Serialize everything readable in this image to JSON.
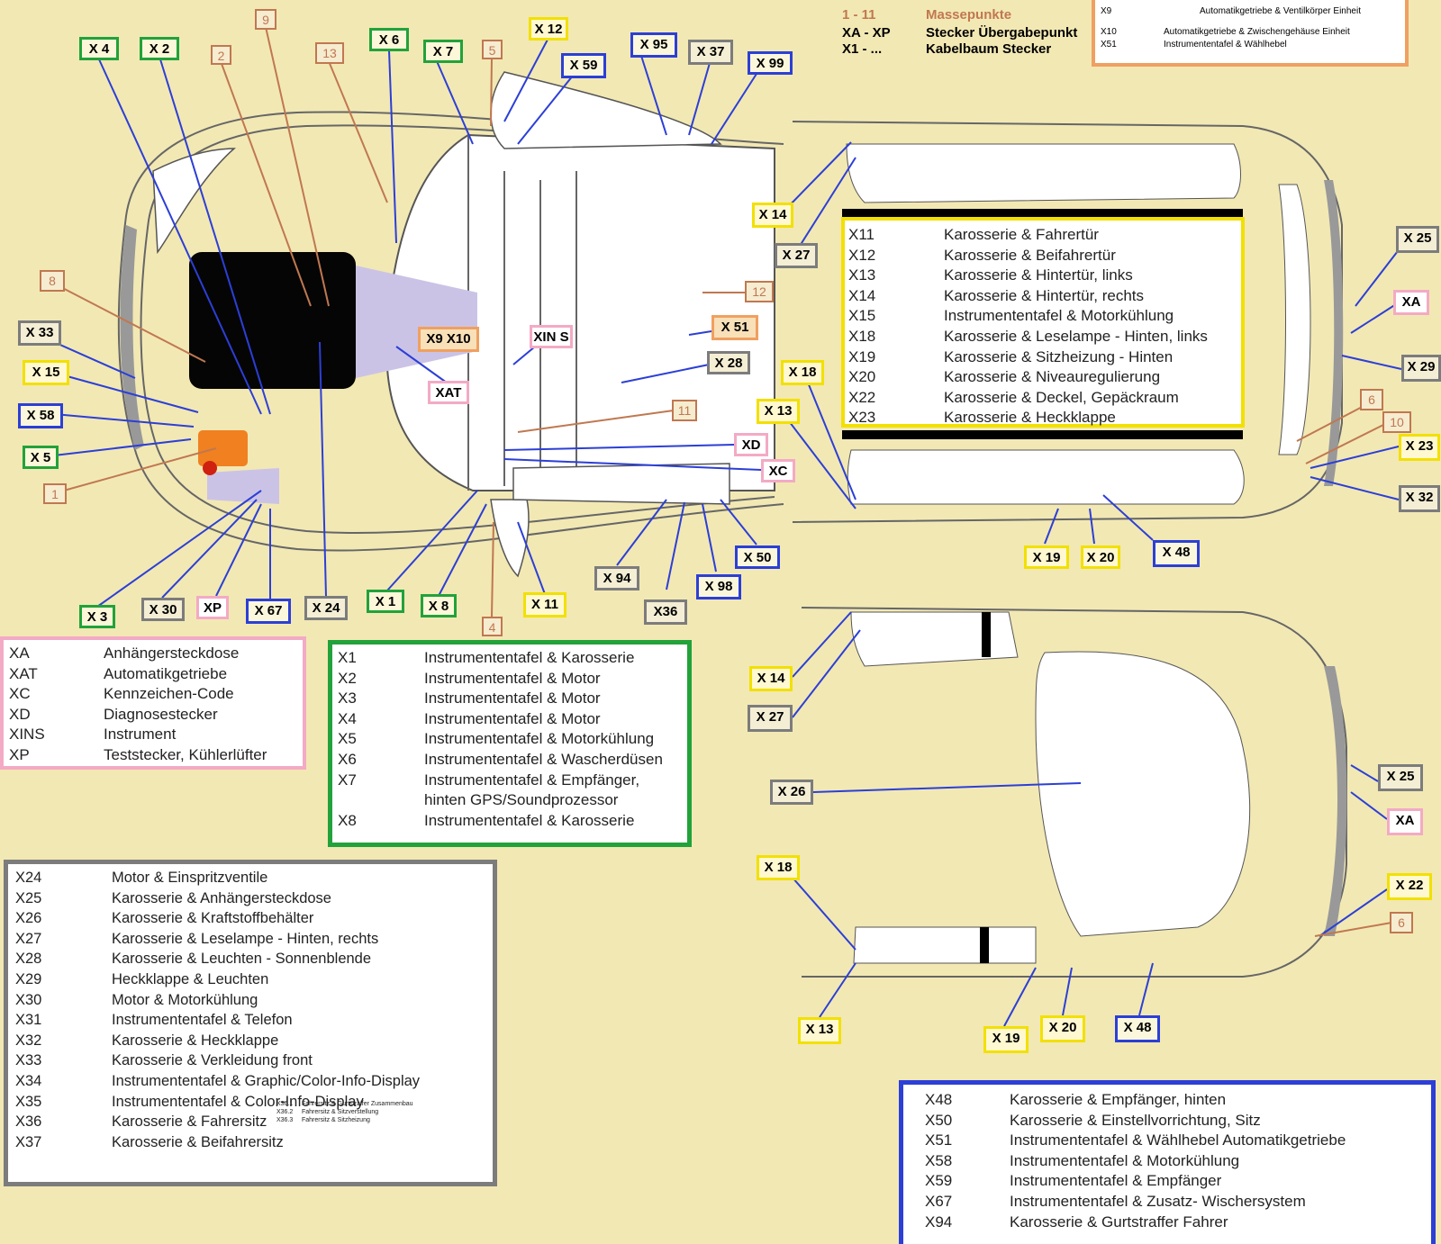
{
  "header": {
    "items": [
      {
        "code": "1 - 11",
        "text": "Massepunkte",
        "color": "#c07850"
      },
      {
        "code": "XA - XP",
        "text": "Stecker Übergabepunkt",
        "color": "#111111"
      },
      {
        "code": "X1 - ...",
        "text": "Kabelbaum Stecker",
        "color": "#111111"
      }
    ],
    "top_right_legend": [
      {
        "code": "X9",
        "text": "Automatikgetriebe & Ventilkörper Einheit"
      },
      {
        "code": "X10",
        "text": "Automatikgetriebe & Zwischengehäuse Einheit"
      },
      {
        "code": "X51",
        "text": "Instrumententafel & Wählhebel"
      }
    ]
  },
  "labels": {
    "x4": "X 4",
    "x2": "X 2",
    "n2": "2",
    "n9": "9",
    "n13": "13",
    "x6": "X 6",
    "x7": "X 7",
    "n5": "5",
    "x12": "X 12",
    "x59": "X 59",
    "x95": "X 95",
    "x37": "X 37",
    "x99": "X 99",
    "n8": "8",
    "x33": "X 33",
    "x15": "X 15",
    "x58": "X 58",
    "x5": "X 5",
    "n1": "1",
    "x9x10": "X9 X10",
    "xat": "XAT",
    "xins": "XIN S",
    "n12": "12",
    "x51": "X 51",
    "x28": "X 28",
    "n11": "11",
    "xd": "XD",
    "xc": "XC",
    "x3": "X 3",
    "x30": "X 30",
    "xp": "XP",
    "x67": "X 67",
    "x24": "X 24",
    "x1": "X 1",
    "x8": "X 8",
    "n4": "4",
    "x11": "X 11",
    "x94": "X 94",
    "x36": "X36",
    "x98": "X 98",
    "x50": "X 50",
    "x14a": "X 14",
    "x27a": "X 27",
    "x18a": "X 18",
    "x13a": "X 13",
    "x19a": "X 19",
    "x20a": "X 20",
    "x48a": "X 48",
    "x25a": "X 25",
    "xaa": "XA",
    "x29": "X 29",
    "n6a": "6",
    "n10": "10",
    "x23": "X 23",
    "x32": "X 32",
    "x14b": "X 14",
    "x27b": "X 27",
    "x26": "X 26",
    "x18b": "X 18",
    "x13b": "X 13",
    "x19b": "X 19",
    "x20b": "X 20",
    "x48b": "X 48",
    "x25b": "X 25",
    "xab": "XA",
    "x22": "X 22",
    "n6b": "6"
  },
  "legend_yellow": [
    {
      "code": "X11",
      "desc": "Karosserie & Fahrertür"
    },
    {
      "code": "X12",
      "desc": "Karosserie & Beifahrertür"
    },
    {
      "code": "X13",
      "desc": "Karosserie & Hintertür, links"
    },
    {
      "code": "X14",
      "desc": "Karosserie & Hintertür, rechts"
    },
    {
      "code": "X15",
      "desc": "Instrumententafel & Motorkühlung"
    },
    {
      "code": "X18",
      "desc": "Karosserie & Leselampe - Hinten, links"
    },
    {
      "code": "X19",
      "desc": "Karosserie & Sitzheizung - Hinten"
    },
    {
      "code": "X20",
      "desc": "Karosserie & Niveauregulierung"
    },
    {
      "code": "X22",
      "desc": "Karosserie & Deckel, Gepäckraum"
    },
    {
      "code": "X23",
      "desc": "Karosserie & Heckklappe"
    }
  ],
  "legend_pink": [
    {
      "code": "XA",
      "desc": "Anhängersteckdose"
    },
    {
      "code": "XAT",
      "desc": "Automatikgetriebe"
    },
    {
      "code": "XC",
      "desc": "Kennzeichen-Code"
    },
    {
      "code": "XD",
      "desc": "Diagnosestecker"
    },
    {
      "code": "XINS",
      "desc": "Instrument"
    },
    {
      "code": "XP",
      "desc": "Teststecker, Kühlerlüfter"
    }
  ],
  "legend_green": [
    {
      "code": "X1",
      "desc": "Instrumententafel & Karosserie"
    },
    {
      "code": "X2",
      "desc": "Instrumententafel & Motor"
    },
    {
      "code": "X3",
      "desc": "Instrumententafel & Motor"
    },
    {
      "code": "X4",
      "desc": "Instrumententafel & Motor"
    },
    {
      "code": "X5",
      "desc": "Instrumententafel & Motorkühlung"
    },
    {
      "code": "X6",
      "desc": "Instrumententafel & Wascherdüsen"
    },
    {
      "code": "X7",
      "desc": "Instrumententafel & Empfänger,"
    },
    {
      "code": "",
      "desc": " hinten GPS/Soundprozessor"
    },
    {
      "code": "X8",
      "desc": "Instrumententafel & Karosserie"
    }
  ],
  "legend_grey": [
    {
      "code": "X24",
      "desc": "Motor & Einspritzventile"
    },
    {
      "code": "X25",
      "desc": "Karosserie & Anhängersteckdose"
    },
    {
      "code": "X26",
      "desc": "Karosserie & Kraftstoffbehälter"
    },
    {
      "code": "X27",
      "desc": "Karosserie & Leselampe - Hinten, rechts"
    },
    {
      "code": "X28",
      "desc": "Karosserie & Leuchten - Sonnenblende"
    },
    {
      "code": "X29",
      "desc": "Heckklappe & Leuchten"
    },
    {
      "code": "X30",
      "desc": "Motor & Motorkühlung"
    },
    {
      "code": "X31",
      "desc": "Instrumententafel & Telefon"
    },
    {
      "code": "X32",
      "desc": "Karosserie & Heckklappe"
    },
    {
      "code": "X33",
      "desc": "Karosserie & Verkleidung front"
    },
    {
      "code": "X34",
      "desc": "Instrumententafel & Graphic/Color-Info-Display"
    },
    {
      "code": "X35",
      "desc": "Instrumententafel & Color-Info-Display"
    },
    {
      "code": "X36",
      "desc": "Karosserie & Fahrersitz"
    },
    {
      "code": "X37",
      "desc": "Karosserie & Beifahrersitz"
    }
  ],
  "legend_grey_sub": [
    {
      "code": "X36.1",
      "desc": "Fahrersitz & Gurtstraffer Zusammenbau"
    },
    {
      "code": "X36.2",
      "desc": "Fahrersitz & Sitzverstellung"
    },
    {
      "code": "X36.3",
      "desc": "Fahrersitz & Sitzheizung"
    }
  ],
  "legend_blue": [
    {
      "code": "X48",
      "desc": "Karosserie & Empfänger, hinten"
    },
    {
      "code": "X50",
      "desc": "Karosserie & Einstellvorrichtung, Sitz"
    },
    {
      "code": "X51",
      "desc": "Instrumententafel & Wählhebel Automatikgetriebe"
    },
    {
      "code": "X58",
      "desc": "Instrumententafel & Motorkühlung"
    },
    {
      "code": "X59",
      "desc": "Instrumententafel & Empfänger"
    },
    {
      "code": "X67",
      "desc": "Instrumententafel & Zusatz- Wischersystem"
    },
    {
      "code": "X94",
      "desc": "Karosserie & Gurtstraffer Fahrer"
    }
  ],
  "colors": {
    "background": "#f2e8b4",
    "green": "#22a23a",
    "yellow": "#f2e000",
    "blue": "#2c3fd6",
    "grey": "#7c7c7c",
    "brown": "#c07850",
    "pink": "#f3aac4",
    "orange": "#f0a060"
  }
}
